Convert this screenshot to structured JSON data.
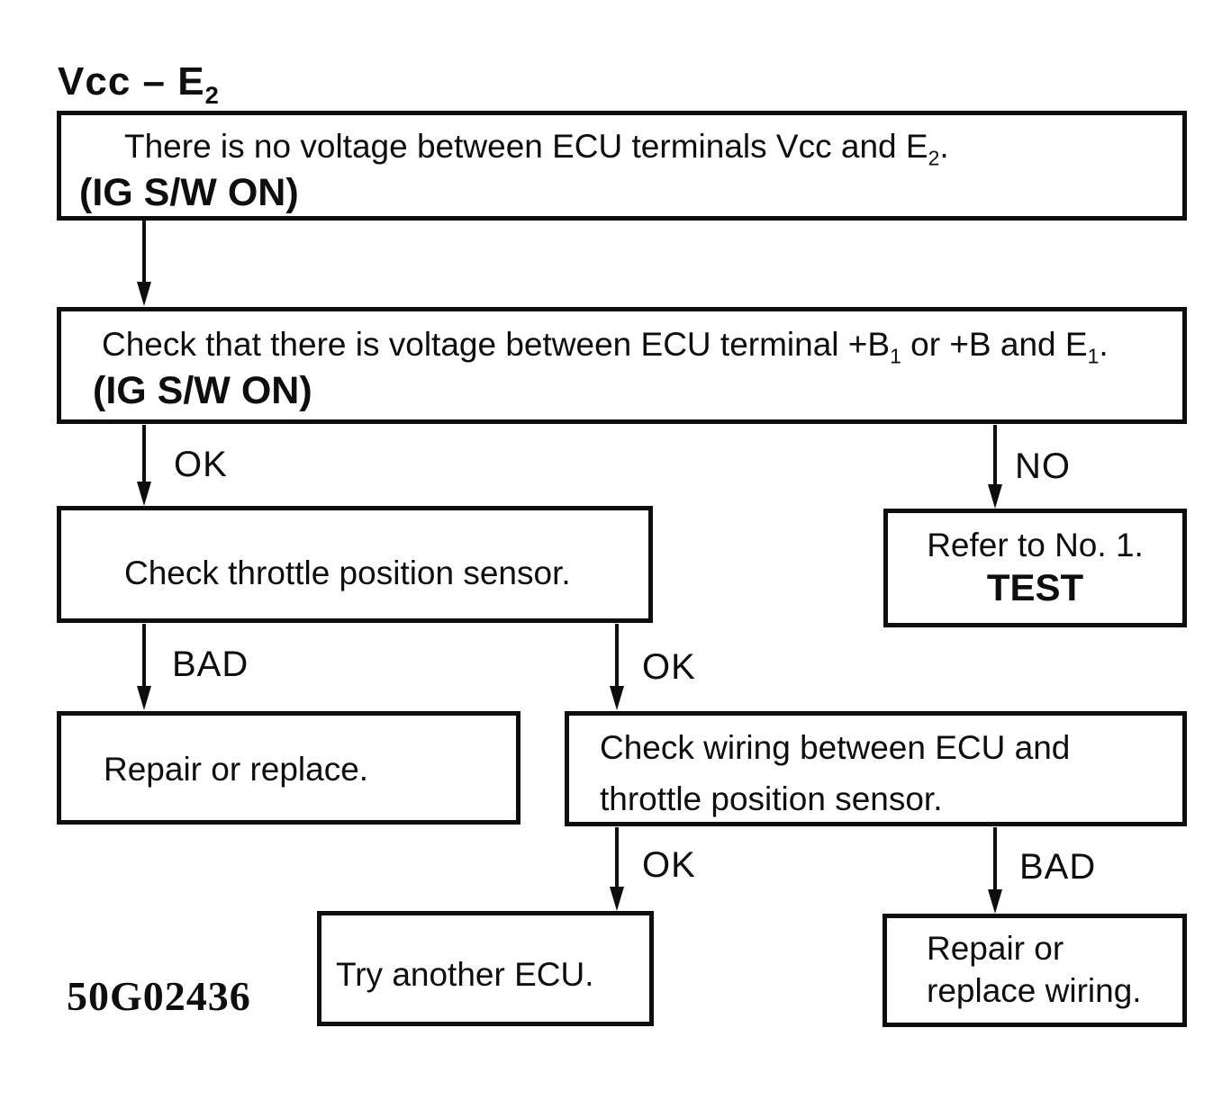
{
  "title": {
    "main": "Vcc – E",
    "sub": "2"
  },
  "figure_code": "50G02436",
  "colors": {
    "ink": "#0e0e0e",
    "paper": "#ffffff"
  },
  "nodes": {
    "no_voltage": {
      "l1a": "There is no voltage between ECU terminals Vcc and E",
      "l1sub": "2",
      "l1b": ".",
      "l2": "(IG S/W ON)"
    },
    "check_b_voltage": {
      "l1a": "Check that there is voltage between ECU terminal +B",
      "l1sub1": "1",
      "l1b": " or +B and E",
      "l1sub2": "1",
      "l1c": ".",
      "l2": "(IG S/W ON)"
    },
    "check_tps": {
      "l1": "Check throttle position sensor."
    },
    "refer_test": {
      "l1": "Refer to No. 1.",
      "l2": "TEST"
    },
    "repair_replace": {
      "l1": "Repair or replace."
    },
    "check_wiring": {
      "l1": "Check wiring between ECU and",
      "l2": "throttle position sensor."
    },
    "try_ecu": {
      "l1": "Try another ECU."
    },
    "repair_wiring": {
      "l1": "Repair or",
      "l2": "replace wiring."
    }
  },
  "edge_labels": {
    "b_ok": "OK",
    "b_no": "NO",
    "tps_bad": "BAD",
    "tps_ok": "OK",
    "wiring_ok": "OK",
    "wiring_bad": "BAD"
  }
}
